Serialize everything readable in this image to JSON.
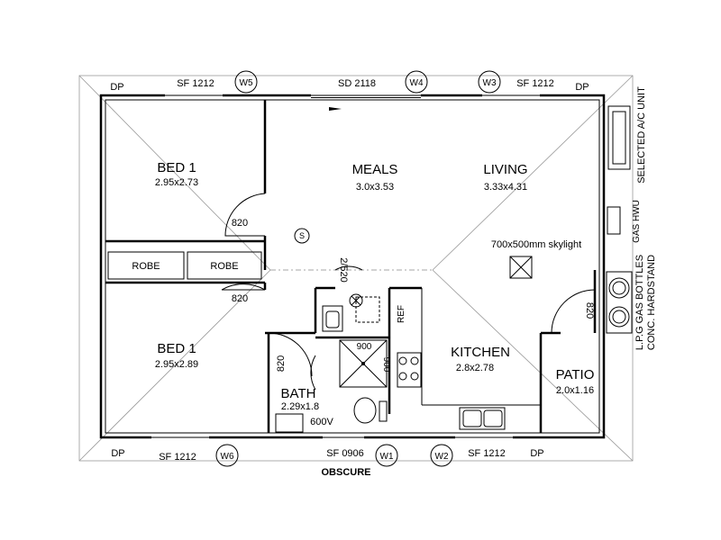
{
  "rooms": {
    "bed1_top": {
      "name": "BED 1",
      "size": "2.95x2.73"
    },
    "meals": {
      "name": "MEALS",
      "size": "3.0x3.53"
    },
    "living": {
      "name": "LIVING",
      "size": "3.33x4.31"
    },
    "bed1_bottom": {
      "name": "BED 1",
      "size": "2.95x2.89"
    },
    "kitchen": {
      "name": "KITCHEN",
      "size": "2.8x2.78"
    },
    "bath": {
      "name": "BATH",
      "size": "2.29x1.8"
    },
    "patio": {
      "name": "PATIO",
      "size": "2.0x1.16"
    },
    "robe_left": "ROBE",
    "robe_right": "ROBE"
  },
  "windows": {
    "w5": {
      "tag": "W5",
      "spec": "SF 1212"
    },
    "w4": {
      "tag": "W4",
      "spec": "SD 2118"
    },
    "w3": {
      "tag": "W3",
      "spec": "SF 1212"
    },
    "w6": {
      "tag": "W6",
      "spec": "SF 1212"
    },
    "w1": {
      "tag": "W1",
      "spec": "SF 0906"
    },
    "w2": {
      "tag": "W2",
      "spec": "SF 1212"
    }
  },
  "downpipes": [
    "DP",
    "DP",
    "DP",
    "DP"
  ],
  "doors": {
    "bed_top": "820",
    "bed_bottom": "820",
    "bath": "820",
    "patio": "820",
    "laundry": "2/520"
  },
  "fixtures": {
    "skylight": "700x500mm skylight",
    "shower_w": "900",
    "shower_d": "900",
    "ref": "REF",
    "power": "600V",
    "smoke": "S"
  },
  "notes": {
    "obscure": "OBSCURE",
    "ac_unit": "SELECTED A/C UNIT",
    "gas_hwu": "GAS HWU",
    "lpg_line1": "L.P.G GAS BOTTLES",
    "lpg_line2": "CONC. HARDSTAND"
  }
}
